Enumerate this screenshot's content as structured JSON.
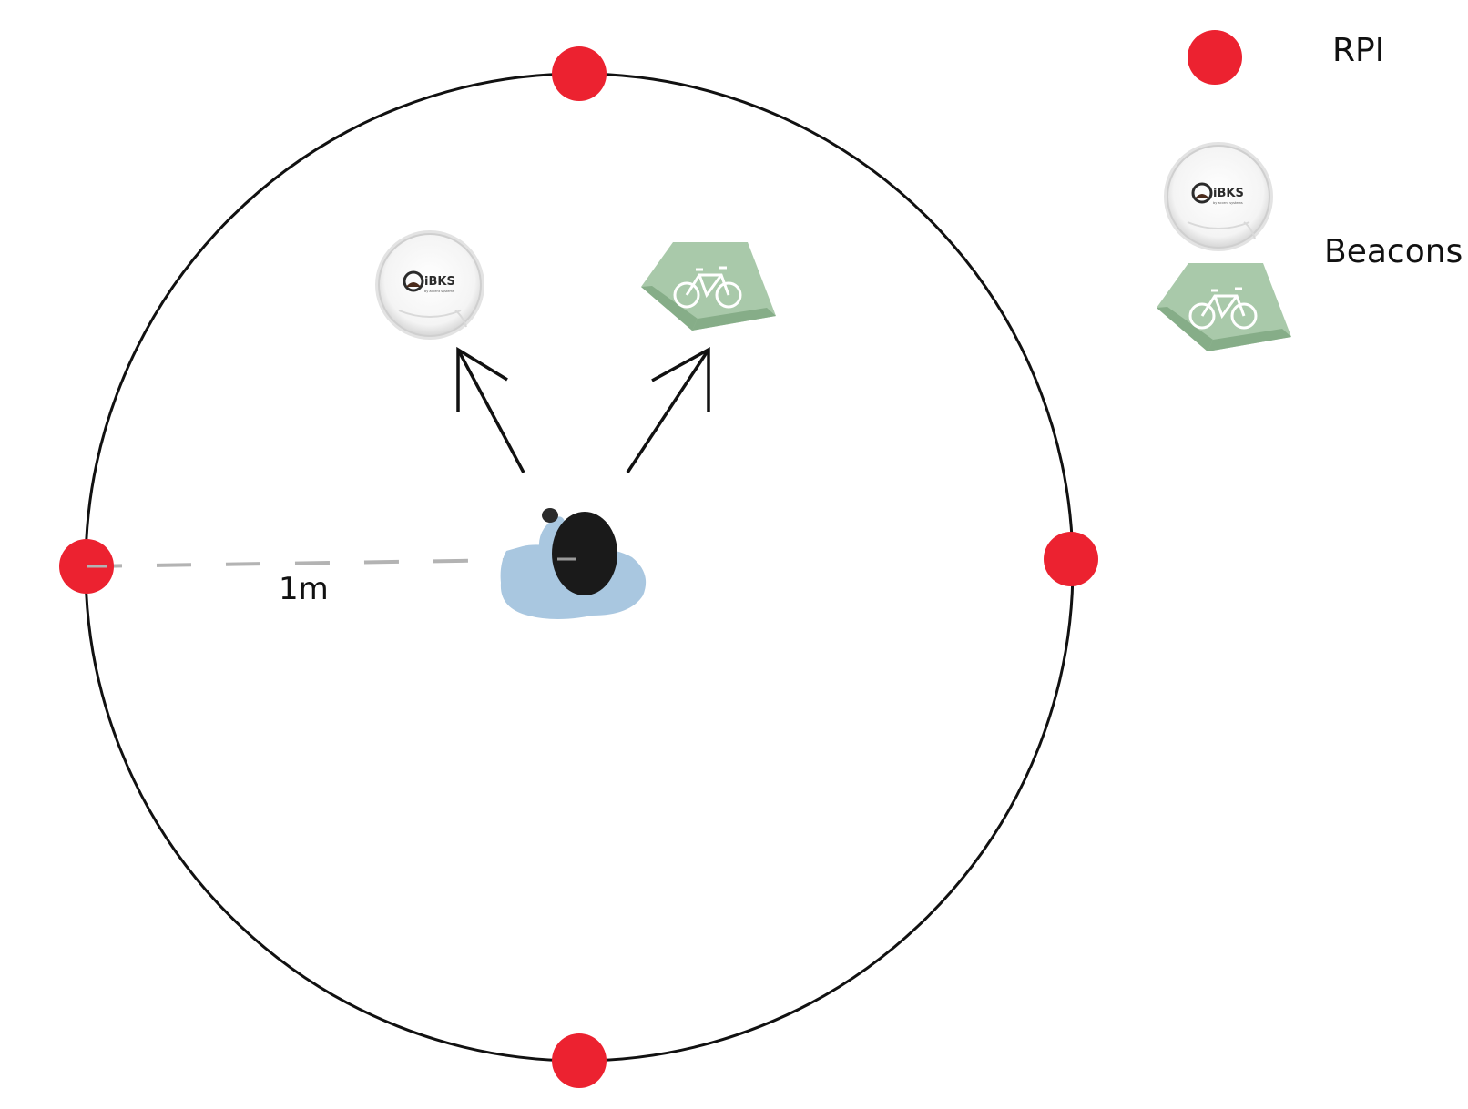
{
  "distance_label": "1m",
  "legend": {
    "rpi_label": "RPI",
    "beacons_label": "Beacons"
  },
  "beacons": {
    "round_brand_text": "iBKS",
    "round_sub_text": "by accent systems"
  },
  "colors": {
    "rpi": "#ec2230",
    "circle": "#111111",
    "dashed_line": "#b3b3b3",
    "beacon_green": "#a9c9aa",
    "beacon_green_dark": "#86ad88",
    "shirt": "#a9c7e0",
    "hair": "#1a1a1a"
  },
  "icons": {
    "rpi": "red-dot",
    "round_beacon": "ibks-beacon-icon",
    "bike_beacon": "bicycle-icon",
    "person": "person-top-view-icon"
  }
}
